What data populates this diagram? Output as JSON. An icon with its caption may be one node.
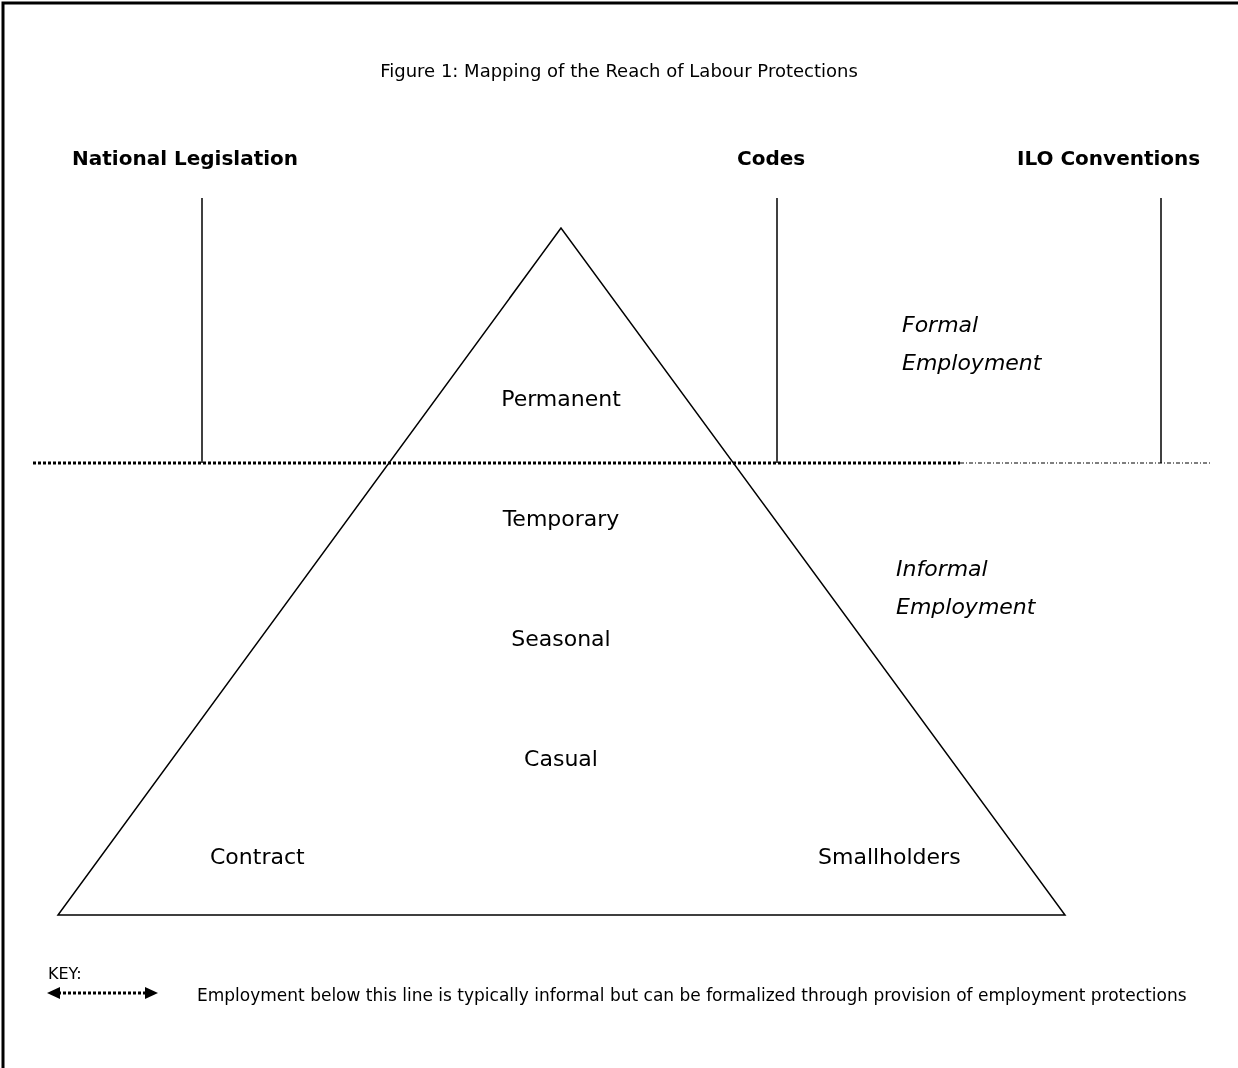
{
  "diagram": {
    "title": "Figure 1:  Mapping of the Reach of Labour Protections",
    "nodes": [
      {
        "text": [
          "Permanent",
          "Temporary",
          "Seasonal",
          "Casual",
          "Contract",
          "Smallholders"
        ]
      }
    ],
    "labels": [
      "National Legislation",
      "Codes",
      "ILO Conventions",
      "Formal Employment",
      "Informal Employment",
      "KEY:"
    ],
    "legend": [
      {
        "text": "Employment below this line is typically informal but can be formalized through provision of employment protections"
      }
    ]
  }
}
